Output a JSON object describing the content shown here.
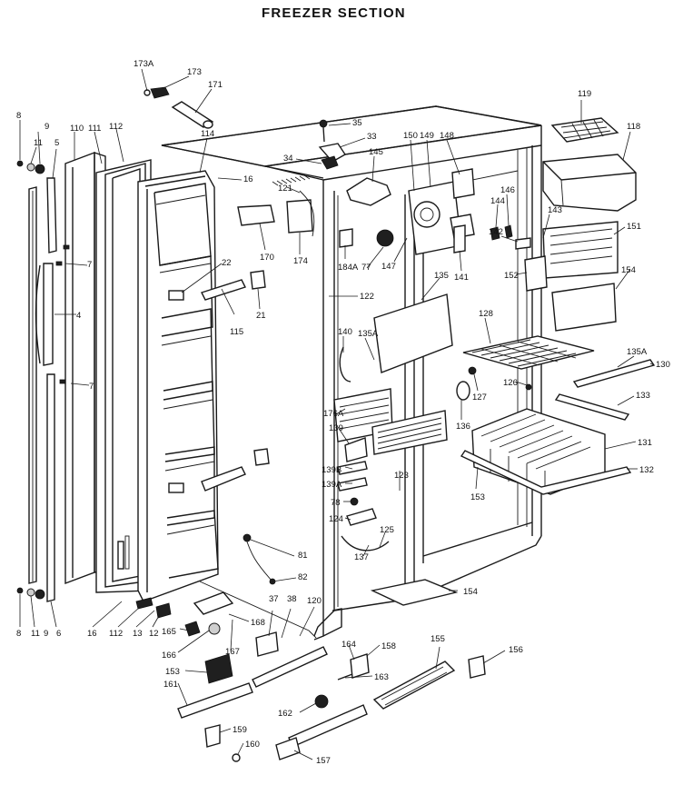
{
  "title": "FREEZER SECTION",
  "part_labels": [
    "173A",
    "173",
    "171",
    "119",
    "118",
    "35",
    "33",
    "34",
    "145",
    "150",
    "149",
    "148",
    "114",
    "16",
    "121",
    "170",
    "174",
    "144",
    "146",
    "143",
    "151",
    "184A",
    "77",
    "147",
    "141",
    "142",
    "152",
    "154",
    "110",
    "111",
    "112",
    "9",
    "11",
    "5",
    "8",
    "7",
    "22",
    "21",
    "115",
    "122",
    "135",
    "128",
    "140",
    "135A",
    "135A",
    "130",
    "133",
    "127",
    "126",
    "136",
    "131",
    "132",
    "153",
    "176A",
    "139",
    "139B",
    "139A",
    "78",
    "124",
    "123",
    "125",
    "137",
    "4",
    "7",
    "81",
    "82",
    "120",
    "37",
    "38",
    "168",
    "167",
    "166",
    "165",
    "164",
    "158",
    "155",
    "156",
    "153",
    "163",
    "161",
    "162",
    "159",
    "160",
    "157",
    "16",
    "112",
    "13",
    "12",
    "8",
    "11",
    "9",
    "6",
    "154"
  ]
}
